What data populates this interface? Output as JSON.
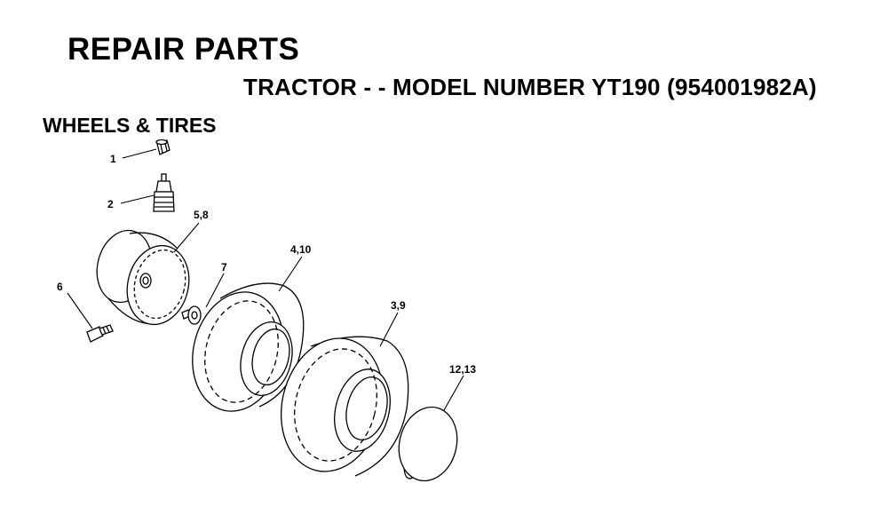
{
  "header": {
    "title": "REPAIR PARTS",
    "subtitle": "TRACTOR - - MODEL NUMBER YT190 (954001982A)"
  },
  "section": {
    "title": "WHEELS & TIRES"
  },
  "callouts": [
    {
      "id": "cap",
      "label": "1"
    },
    {
      "id": "valve",
      "label": "2"
    },
    {
      "id": "rim",
      "label": "5,8"
    },
    {
      "id": "bolt",
      "label": "6"
    },
    {
      "id": "bushing",
      "label": "7"
    },
    {
      "id": "tube-tire",
      "label": "4,10"
    },
    {
      "id": "tire",
      "label": "3,9"
    },
    {
      "id": "hubcap",
      "label": "12,13"
    }
  ]
}
